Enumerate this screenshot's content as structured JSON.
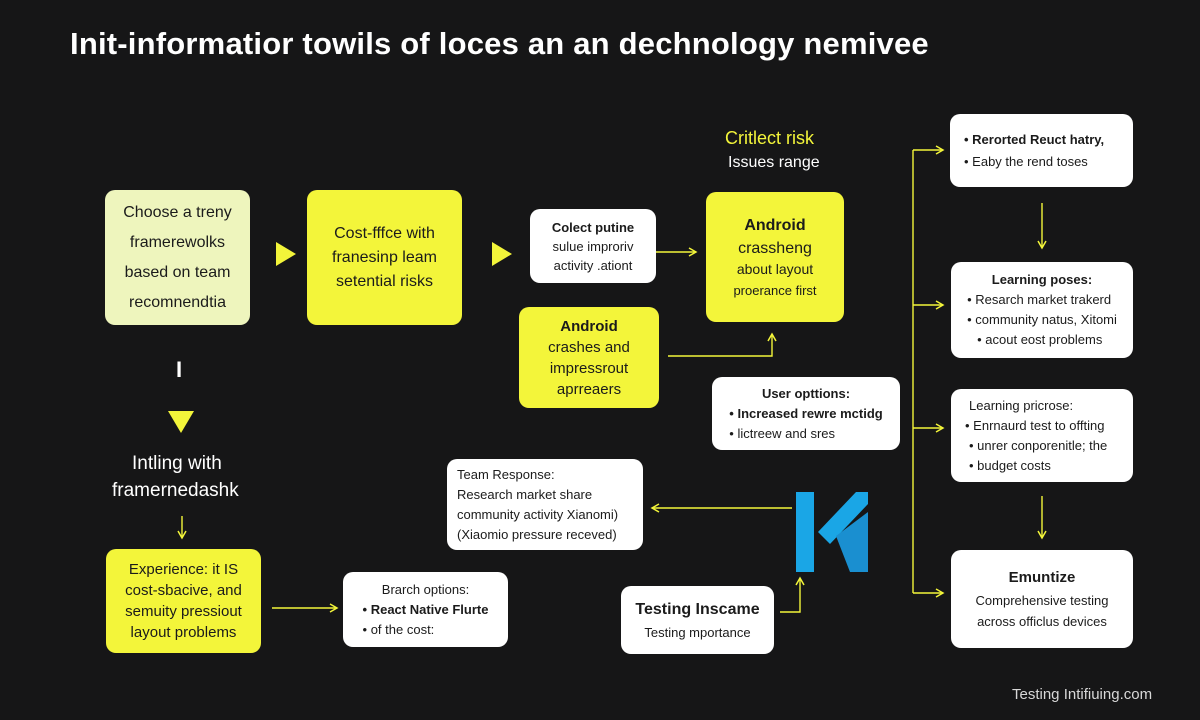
{
  "title": "Init-informatior towils of loces an an dechnology nemivee",
  "top_note": {
    "line1": "Critlect risk",
    "line2": "Issues range"
  },
  "box_choose": [
    "Choose a treny",
    "framerewolks",
    "based on team",
    "recomnendtia"
  ],
  "box_cost": [
    "Cost-fffce with",
    "franesinp leam",
    "setential risks"
  ],
  "box_collect": {
    "heading": "Colect putine",
    "lines": [
      "sulue improriv",
      "activity .ationt"
    ]
  },
  "box_android_1": {
    "heading": "Android",
    "lines": [
      "crassheng",
      "about layout",
      "proerance first"
    ]
  },
  "box_android_2": {
    "heading": "Android",
    "lines": [
      "crashes and",
      "impressrout",
      "aprreaers"
    ]
  },
  "box_user": {
    "heading": "User opttions:",
    "bullets": [
      "Increased rewre mctidg",
      "lictreew and sres"
    ]
  },
  "box_team": {
    "heading": "Team Response:",
    "lines": [
      "Research market share",
      "community activity Xianomi)",
      "(Xiaomio pressure receved)"
    ]
  },
  "box_branch": {
    "heading": "Brarch options:",
    "bullets": [
      "React Native Flurte",
      "of the cost:"
    ]
  },
  "box_testing": {
    "heading": "Testing Inscame",
    "sub": "Testing mportance"
  },
  "inting": {
    "line1": "Intling with",
    "line2": "framernedashk"
  },
  "box_experience": [
    "Experience: it IS",
    "cost-sbacive, and",
    "semuity pressiout",
    "layout problems"
  ],
  "box_reported": {
    "bullets": [
      "Rerorted Reuct hatry,",
      "Eaby the rend toses"
    ]
  },
  "box_learning_1": {
    "heading": "Learning poses:",
    "bullets": [
      "Resarch market trakerd",
      "community natus, Xitomi",
      "acout eost problems"
    ]
  },
  "box_learning_2": {
    "heading": "Learning pricrose:",
    "bullets": [
      "Enrnaurd test to offting",
      "unrer conporenitle; the",
      "budget costs"
    ]
  },
  "box_emuntize": {
    "heading": "Emuntize",
    "lines": [
      "Comprehensive testing",
      "across officlus devices"
    ]
  },
  "bar_glyph": "I",
  "footer": "Testing Intifiuing.com",
  "colors": {
    "background": "#161617",
    "yellow": "#f3f53a",
    "pale_green": "#eef5bd",
    "logo_blue": "#1aa6e6"
  },
  "icons": [
    "kotlin-style-logo"
  ]
}
